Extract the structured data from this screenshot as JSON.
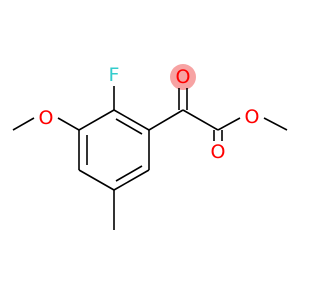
{
  "molecule": {
    "atoms": {
      "fluorine": "F",
      "methoxy_oxygen": "O",
      "keto_oxygen": "O",
      "ester_oxygen": "O",
      "carbonyl_oxygen": "O"
    },
    "colors": {
      "bond": "#000000",
      "fluorine": "#33cccc",
      "oxygen": "#ff0000",
      "highlight": "#f7a3a3"
    },
    "highlighted_atom": "keto_oxygen"
  }
}
